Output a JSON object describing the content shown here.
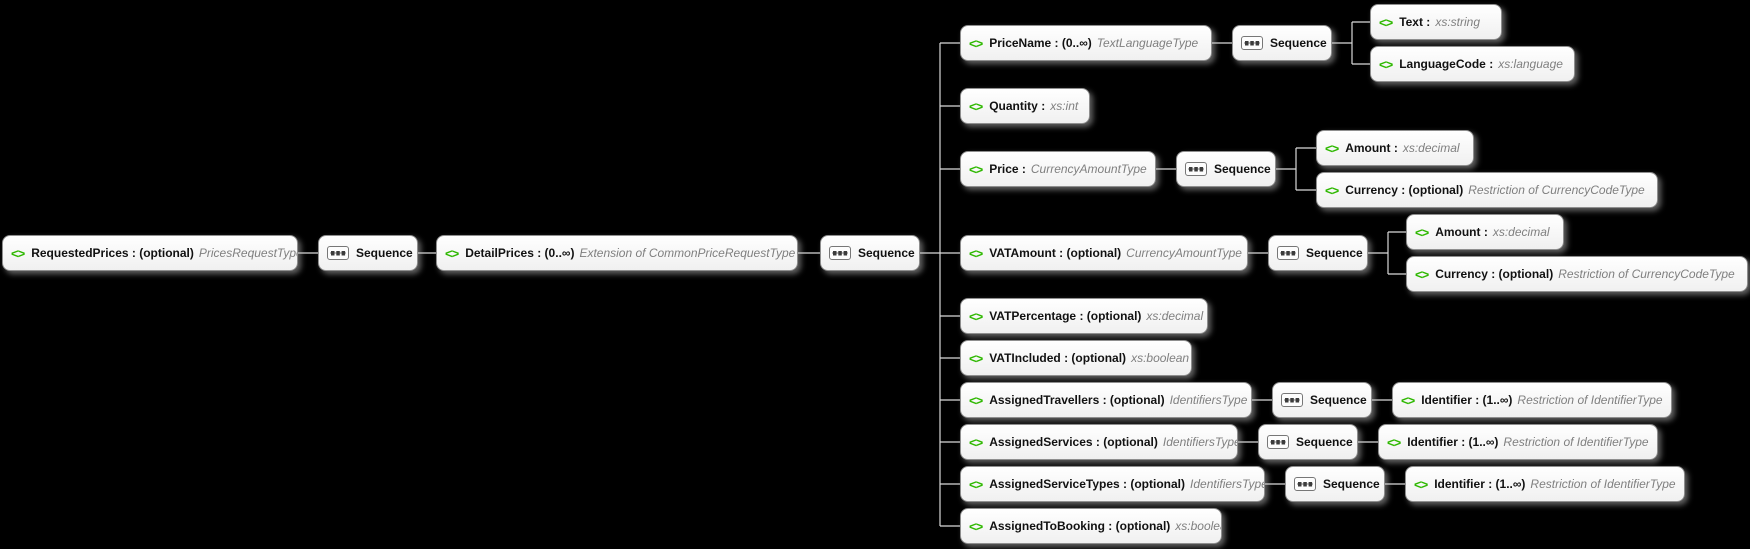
{
  "diagram": {
    "kind": "xml-schema-diagram",
    "colors": {
      "background": "#000000",
      "element_icon": "#2eb800",
      "type_text": "#7f7f7f",
      "box_border": "#8f8f8f",
      "connector": "#d9d9d9"
    },
    "sequence_label": "Sequence",
    "nodes": {
      "requestedPrices": {
        "label": "RequestedPrices : (optional)",
        "type": "PricesRequestType"
      },
      "detailPrices": {
        "label": "DetailPrices : (0..∞)",
        "type": "Extension of CommonPriceRequestType"
      },
      "priceName": {
        "label": "PriceName : (0..∞)",
        "type": "TextLanguageType"
      },
      "text": {
        "label": "Text :",
        "type": "xs:string"
      },
      "languageCode": {
        "label": "LanguageCode :",
        "type": "xs:language"
      },
      "quantity": {
        "label": "Quantity :",
        "type": "xs:int"
      },
      "price": {
        "label": "Price :",
        "type": "CurrencyAmountType"
      },
      "priceAmount": {
        "label": "Amount :",
        "type": "xs:decimal"
      },
      "priceCurrency": {
        "label": "Currency : (optional)",
        "type": "Restriction of CurrencyCodeType"
      },
      "vatAmount": {
        "label": "VATAmount : (optional)",
        "type": "CurrencyAmountType"
      },
      "vatAmountAmount": {
        "label": "Amount :",
        "type": "xs:decimal"
      },
      "vatAmountCurrency": {
        "label": "Currency : (optional)",
        "type": "Restriction of CurrencyCodeType"
      },
      "vatPercentage": {
        "label": "VATPercentage : (optional)",
        "type": "xs:decimal"
      },
      "vatIncluded": {
        "label": "VATIncluded : (optional)",
        "type": "xs:boolean"
      },
      "assignedTravellers": {
        "label": "AssignedTravellers : (optional)",
        "type": "IdentifiersType"
      },
      "travellersIdentifier": {
        "label": "Identifier : (1..∞)",
        "type": "Restriction of IdentifierType"
      },
      "assignedServices": {
        "label": "AssignedServices : (optional)",
        "type": "IdentifiersType"
      },
      "servicesIdentifier": {
        "label": "Identifier : (1..∞)",
        "type": "Restriction of IdentifierType"
      },
      "assignedServiceTypes": {
        "label": "AssignedServiceTypes : (optional)",
        "type": "IdentifiersType"
      },
      "serviceTypesIdentifier": {
        "label": "Identifier : (1..∞)",
        "type": "Restriction of IdentifierType"
      },
      "assignedToBooking": {
        "label": "AssignedToBooking : (optional)",
        "type": "xs:boolean"
      }
    }
  }
}
